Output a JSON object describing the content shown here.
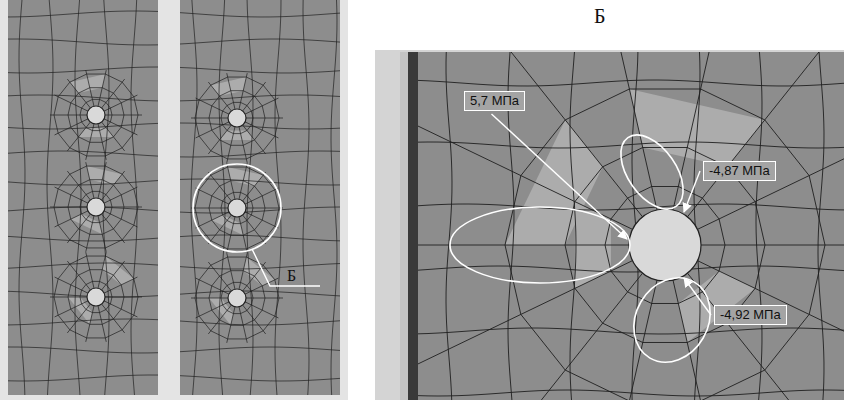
{
  "diagram": {
    "nodes": [
      {
        "text": [
          "5,7 МПа"
        ]
      },
      {
        "text": [
          "-4,87 МПа"
        ]
      },
      {
        "text": [
          "-4,92 МПа"
        ]
      }
    ],
    "labels": [
      "Б",
      "Б"
    ]
  }
}
